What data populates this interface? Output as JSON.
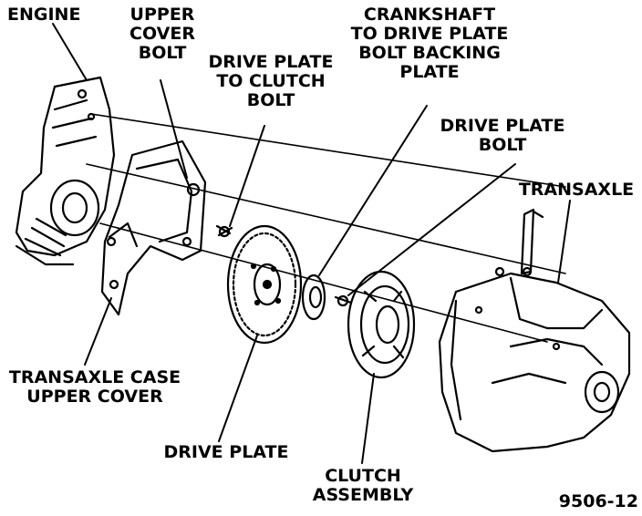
{
  "figure_id": "9506-12",
  "labels": {
    "engine": [
      "ENGINE"
    ],
    "upper_cover_bolt": [
      "UPPER",
      "COVER",
      "BOLT"
    ],
    "drive_plate_to_clutch_bolt": [
      "DRIVE PLATE",
      "TO CLUTCH",
      "BOLT"
    ],
    "crankshaft_backing_plate": [
      "CRANKSHAFT",
      "TO DRIVE PLATE",
      "BOLT BACKING",
      "PLATE"
    ],
    "drive_plate_bolt": [
      "DRIVE PLATE",
      "BOLT"
    ],
    "transaxle": [
      "TRANSAXLE"
    ],
    "transaxle_case_upper_cover": [
      "TRANSAXLE CASE",
      "UPPER COVER"
    ],
    "drive_plate": [
      "DRIVE PLATE"
    ],
    "clutch_assembly": [
      "CLUTCH",
      "ASSEMBLY"
    ]
  }
}
